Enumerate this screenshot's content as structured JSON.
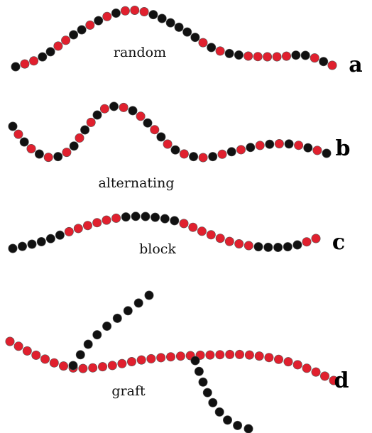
{
  "colors": {
    "red": "#e0202e",
    "black": "#111111"
  },
  "panels": [
    {
      "id": "a",
      "letter": "a",
      "caption": "random",
      "chains": [
        {
          "sequence": [
            "black",
            "red",
            "red",
            "black",
            "black",
            "red",
            "red",
            "black",
            "black",
            "red",
            "black",
            "red",
            "black",
            "red",
            "red",
            "red",
            "black",
            "black",
            "black",
            "black",
            "black",
            "black",
            "red",
            "black",
            "red",
            "black",
            "black",
            "red",
            "red",
            "red",
            "red",
            "red",
            "black",
            "black",
            "red",
            "black",
            "red"
          ]
        }
      ]
    },
    {
      "id": "b",
      "letter": "b",
      "caption": "alternating",
      "chains": [
        {
          "sequence": [
            "black",
            "red",
            "black",
            "red",
            "black",
            "red",
            "black",
            "red",
            "black",
            "red",
            "black",
            "red",
            "black",
            "red",
            "black",
            "red",
            "black",
            "red",
            "black",
            "red",
            "black",
            "red",
            "black",
            "red",
            "black",
            "red",
            "black",
            "red",
            "black",
            "red",
            "black",
            "red",
            "black",
            "red",
            "black",
            "red",
            "black",
            "red",
            "black"
          ]
        }
      ]
    },
    {
      "id": "c",
      "letter": "c",
      "caption": "block",
      "chains": [
        {
          "sequence": [
            "black",
            "black",
            "black",
            "black",
            "black",
            "black",
            "red",
            "red",
            "red",
            "red",
            "red",
            "red",
            "black",
            "black",
            "black",
            "black",
            "black",
            "black",
            "red",
            "red",
            "red",
            "red",
            "red",
            "red",
            "red",
            "red",
            "black",
            "black",
            "black",
            "black",
            "black",
            "red",
            "red"
          ]
        }
      ]
    },
    {
      "id": "d",
      "letter": "d",
      "caption": "graft",
      "chains": [
        {
          "sequence": "all-red-backbone"
        },
        {
          "sequence": "all-black-branch-upper"
        },
        {
          "sequence": "all-black-branch-lower"
        }
      ]
    }
  ]
}
